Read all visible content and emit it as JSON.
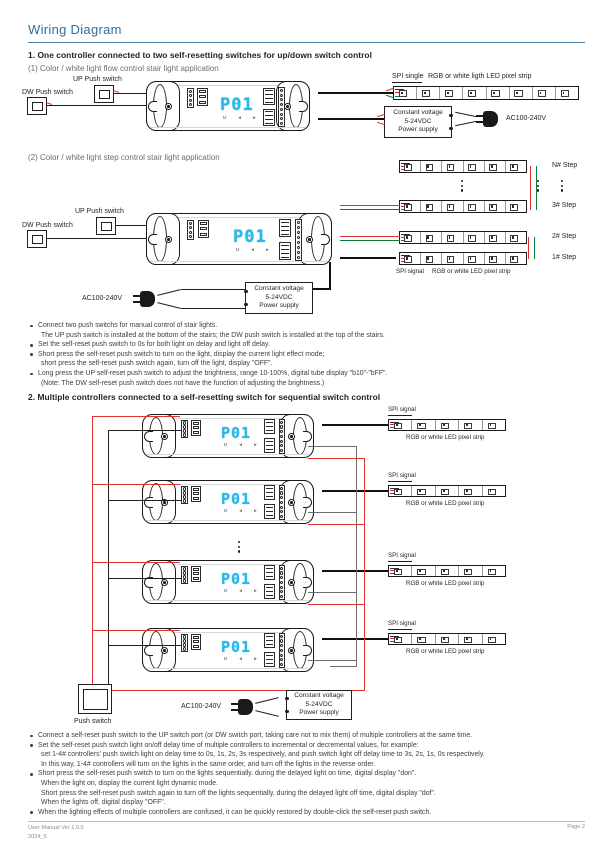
{
  "header": {
    "title": "Wiring Diagram"
  },
  "section1": {
    "heading": "1. One controller connected to two self-resetting switches for up/down switch control",
    "sub1": "(1) Color / white light flow control stair light application",
    "sub2": "(2) Color / white light step control stair light application",
    "labels": {
      "up_push_switch": "UP Push switch",
      "dw_push_switch": "DW Push switch",
      "spi_single": "SPI single",
      "spi_signal": "SPI signal",
      "strip": "RGB or white ligth LED pixel strip",
      "strip2": "RGB or white LED pixel strip",
      "ac": "AC100-240V",
      "psu_l1": "Constant voltage",
      "psu_l2": "5-24VDC",
      "psu_l3": "Power supply",
      "display": "P01",
      "btn_m": "M",
      "btn_prev": "◄",
      "btn_next": "►"
    },
    "steps": [
      "N# Step",
      "3# Step",
      "2# Step",
      "1# Step"
    ],
    "bullets": [
      [
        "Connect two push switchs for manual control of stair lights.",
        "The UP push switch is installed at the bottom of the stairs; the DW push switch is installed at the top of the stairs."
      ],
      [
        "Set the self-reset push switch to 0s for both light on delay and light off delay."
      ],
      [
        "Short press the self-reset push switch to turn on the light, display the current light effect mode;",
        "short press the self-reset push switch again, turn off the light, display \"OFF\"."
      ],
      [
        "Long press the UP self-reset push switch to adjust the brightness, range 10-100%, digital tube display \"b10\"-\"bFF\".",
        "(Note: The DW self-reset push switch does not have the function of adjusting the brightness.)"
      ]
    ]
  },
  "section2": {
    "heading": "2. Multiple controllers connected to a self-resetting switch for sequential switch control",
    "labels": {
      "spi_signal": "SPI signal",
      "strip": "RGB or white LED pixel strip",
      "push_switch": "Push switch",
      "ac": "AC100-240V",
      "psu_l1": "Constant voltage",
      "psu_l2": "5-24VDC",
      "psu_l3": "Power supply",
      "display": "P01",
      "btn_m": "M",
      "btn_prev": "◄",
      "btn_next": "►"
    },
    "bullets": [
      [
        "Connect a self-reset push switch to the UP switch port (or DW switch port, taking care not to mix them) of multiple controllers at the same time."
      ],
      [
        "Set the self-reset push switch light on/off delay time of multiple controllers to incremental or decremental values, for example:",
        "set 1-4# controllers' push switch light on delay time to 0s, 1s, 2s, 3s respectively, and push switch light off delay time to 3s, 2s, 1s, 0s respectively.",
        "In this way, 1-4# controllers will turn on the lights in the same order, and turn off the lights in the reverse order."
      ],
      [
        "Short press the self-reset push switch to turn on the lights sequentially. during the delayed light on time, digital display \"don\".",
        "When the light on, display the current light dynamic mode.",
        "Short press the self-reset push switch again to turn off the lights sequentially. during the delayed light off time, digital display \"dof\".",
        "When the lights off, digital display \"OFF\"."
      ],
      [
        "When the lighting effects of multiple controllers are confused, it can be quickly restored by double-click the self-reset push switch."
      ]
    ]
  },
  "footer": {
    "left_line1": "User Manual Ver 1.0.0",
    "left_line2": "2024_5",
    "right": "Page 2"
  },
  "colors": {
    "title": "#2e6e9e",
    "rule": "#4a7fa5",
    "display": "#2bb8e6",
    "wire_red": "#e0322e",
    "wire_green": "#0f7a3d",
    "wire_black": "#231f20"
  }
}
